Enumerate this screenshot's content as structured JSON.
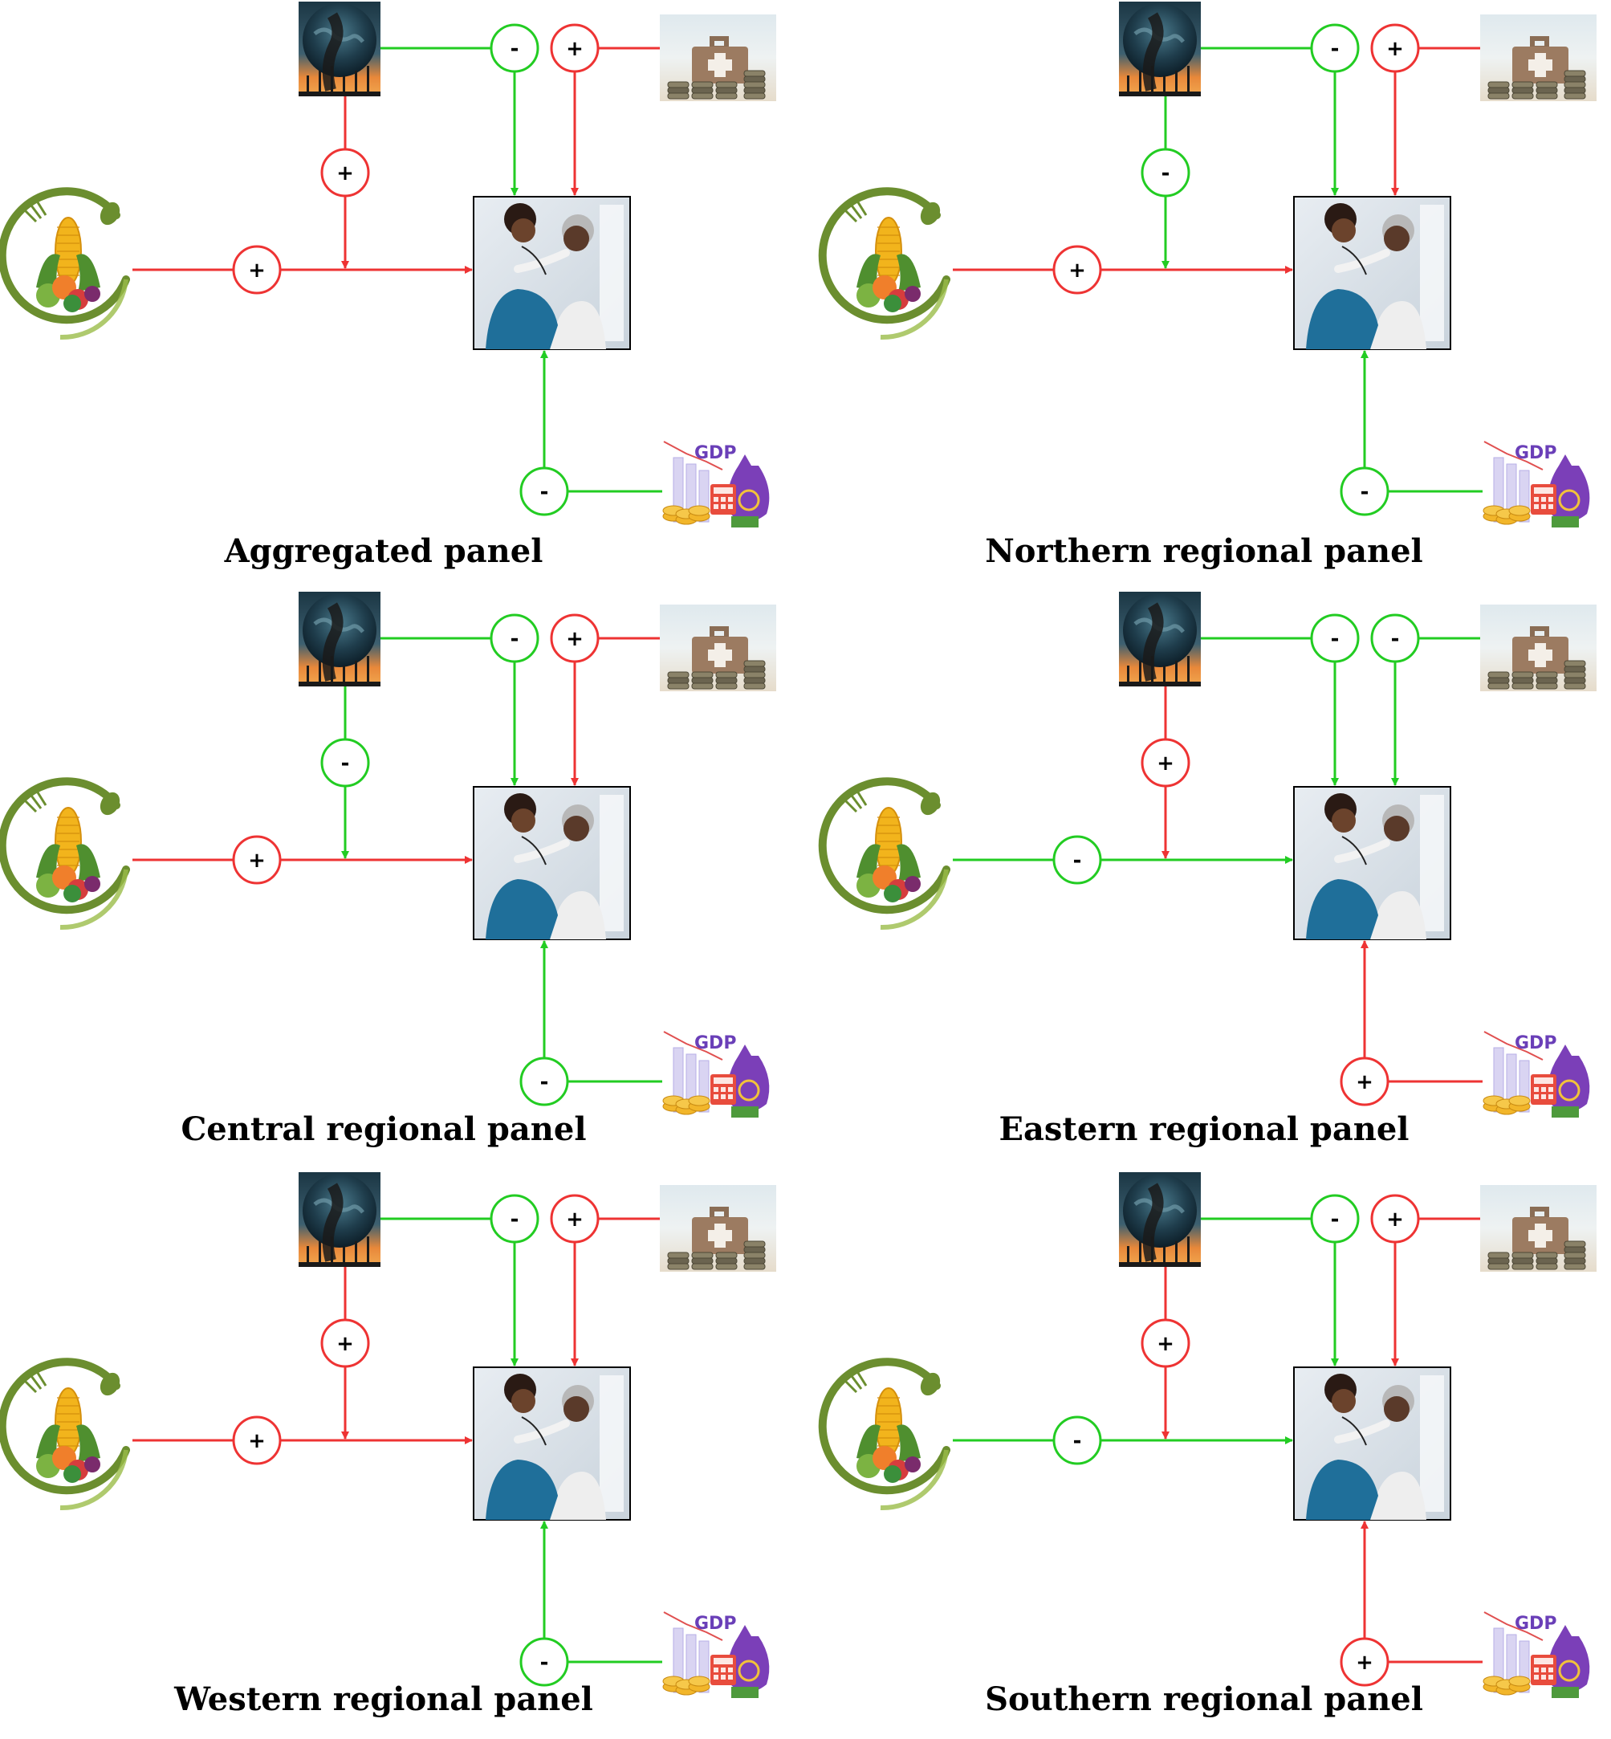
{
  "colors": {
    "positive": "#ee3333",
    "negative": "#22cc22"
  },
  "icons": {
    "food": "food-security-icon",
    "emission": "carbon-emission-icon",
    "health_spending": "health-expenditure-icon",
    "gdp": "gdp-icon",
    "health": "health-outcome-icon"
  },
  "gdp_icon_label": "GDP",
  "panels": [
    {
      "id": "aggregated",
      "title": "Aggregated panel",
      "signs": {
        "food": "+",
        "emission_to_food": "+",
        "emission": "-",
        "health_spending": "+",
        "gdp": "-"
      }
    },
    {
      "id": "northern",
      "title": "Northern regional panel",
      "signs": {
        "food": "+",
        "emission_to_food": "-",
        "emission": "-",
        "health_spending": "+",
        "gdp": "-"
      }
    },
    {
      "id": "central",
      "title": "Central regional panel",
      "signs": {
        "food": "+",
        "emission_to_food": "-",
        "emission": "-",
        "health_spending": "+",
        "gdp": "-"
      }
    },
    {
      "id": "eastern",
      "title": "Eastern regional panel",
      "signs": {
        "food": "-",
        "emission_to_food": "+",
        "emission": "-",
        "health_spending": "-",
        "gdp": "+"
      }
    },
    {
      "id": "western",
      "title": "Western regional panel",
      "signs": {
        "food": "+",
        "emission_to_food": "+",
        "emission": "-",
        "health_spending": "+",
        "gdp": "-"
      }
    },
    {
      "id": "southern",
      "title": "Southern regional panel",
      "signs": {
        "food": "-",
        "emission_to_food": "+",
        "emission": "-",
        "health_spending": "+",
        "gdp": "+"
      }
    }
  ]
}
